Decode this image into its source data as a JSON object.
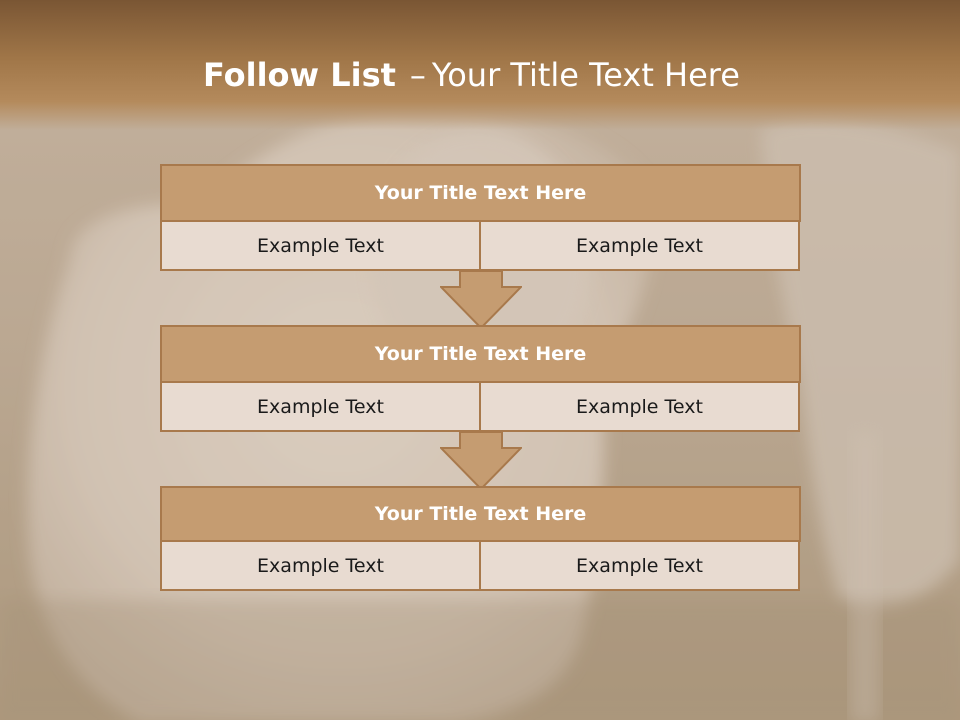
{
  "slide": {
    "title_bold": "Follow List",
    "title_separator": "–",
    "title_rest": "Your Title Text Here"
  },
  "blocks": [
    {
      "title": "Your Title Text Here",
      "cells": [
        "Example Text",
        "Example Text"
      ]
    },
    {
      "title": "Your Title Text Here",
      "cells": [
        "Example Text",
        "Example Text"
      ]
    },
    {
      "title": "Your Title Text Here",
      "cells": [
        "Example Text",
        "Example Text"
      ]
    }
  ],
  "colors": {
    "header_band": "#8b6540",
    "block_title_fill": "#c59c71",
    "block_border": "#a8794c",
    "cell_fill": "#e8dbd1",
    "title_text": "#ffffff"
  }
}
